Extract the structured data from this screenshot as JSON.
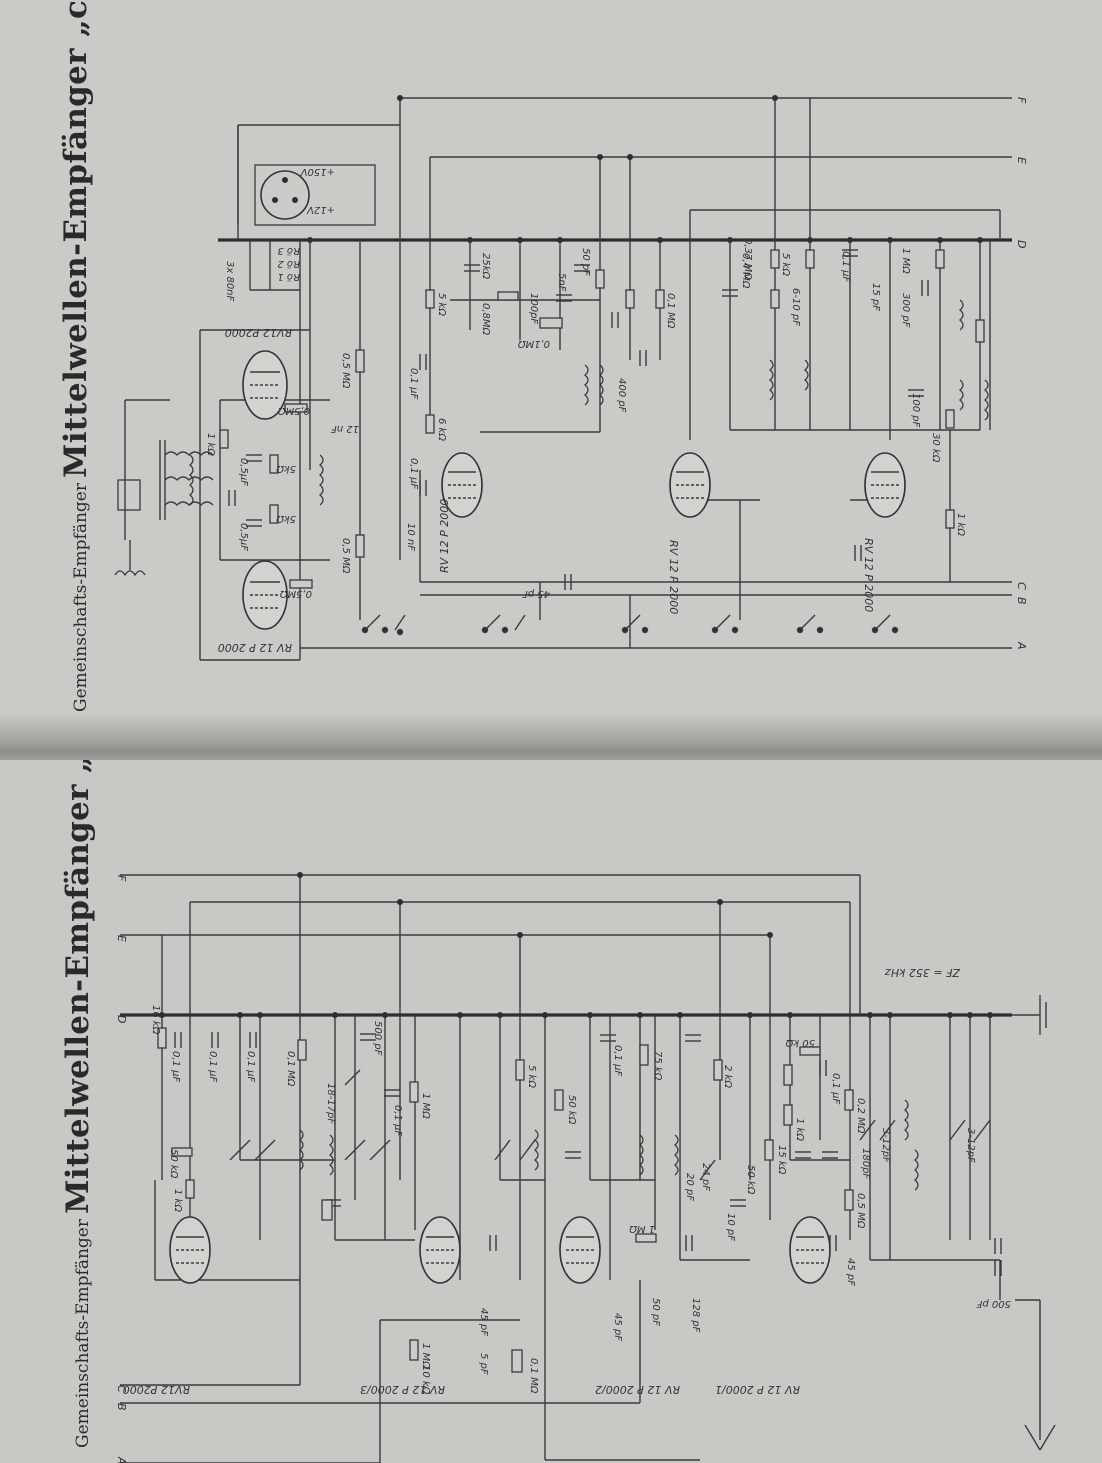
{
  "pages": [
    {
      "series_title": "Gemeinschafts-Empfänger",
      "model_title": "Mittelwellen-Empfänger „c“",
      "bus_labels": [
        "A",
        "B",
        "C",
        "D",
        "E",
        "F"
      ],
      "tube_labels": [
        "RV 12 P 2000",
        "RV12 P2000",
        "RV 12 P 2000",
        "RV 12 P 2000",
        "RV 12 P 2000"
      ],
      "component_labels": [
        "0,5MΩ",
        "0,5MΩ",
        "0,5 MΩ",
        "0,5 MΩ",
        "5kΩ",
        "5kΩ",
        "0,5µF",
        "0,5µF",
        "1 kΩ",
        "12 nF",
        "10 nF",
        "0,1 µF",
        "0,1 µF",
        "6 kΩ",
        "5 kΩ",
        "45 pF",
        "50 pF",
        "0,1 MΩ",
        "0,4 MΩ",
        "0,37 MΩ",
        "5 kΩ",
        "1 MΩ",
        "300 pF",
        "100 pF",
        "30 kΩ",
        "1 kΩ",
        "6-10 pF",
        "15 pF",
        "0,1 µF",
        "3x 80nF",
        "Rö 1",
        "Rö 2",
        "Rö 3",
        "+12V",
        "+150V",
        "25kΩ",
        "0,8MΩ",
        "0,1MΩ",
        "100pF",
        "400 pF",
        "5nF"
      ]
    },
    {
      "series_title": "Gemeinschafts-Empfänger",
      "model_title": "Mittelwellen-Empfänger „c“",
      "bus_labels": [
        "A",
        "B",
        "C",
        "D",
        "E",
        "F"
      ],
      "tube_labels": [
        "RV12 P2000",
        "RV 12 P 2000/3",
        "RV 12 P 2000/2",
        "RV 12 P 2000/1"
      ],
      "component_labels": [
        "16 kΩ",
        "50 kΩ",
        "1 kΩ",
        "0,1 µF",
        "0,1 µF",
        "0,1 µF",
        "0,1 MΩ",
        "500 pF",
        "18-17pF",
        "0,1 µF",
        "1 MΩ",
        "5 kΩ",
        "50 kΩ",
        "0,1 µF",
        "75 kΩ",
        "2 kΩ",
        "50 kΩ",
        "0,1 µF",
        "0,2 MΩ",
        "15 kΩ",
        "1 kΩ",
        "50 kΩ",
        "10 kΩ",
        "1 MΩ",
        "0,1 MΩ",
        "5 pF",
        "45 pF",
        "45 pF",
        "50 pF",
        "128 pF",
        "1 MΩ",
        "0,5 MΩ",
        "45 pF",
        "500 pF",
        "3-12pF",
        "3-12pF",
        "180pF",
        "10 pF",
        "24 pF",
        "20 pF"
      ],
      "if_note": "ZF = 352 kHz"
    }
  ]
}
